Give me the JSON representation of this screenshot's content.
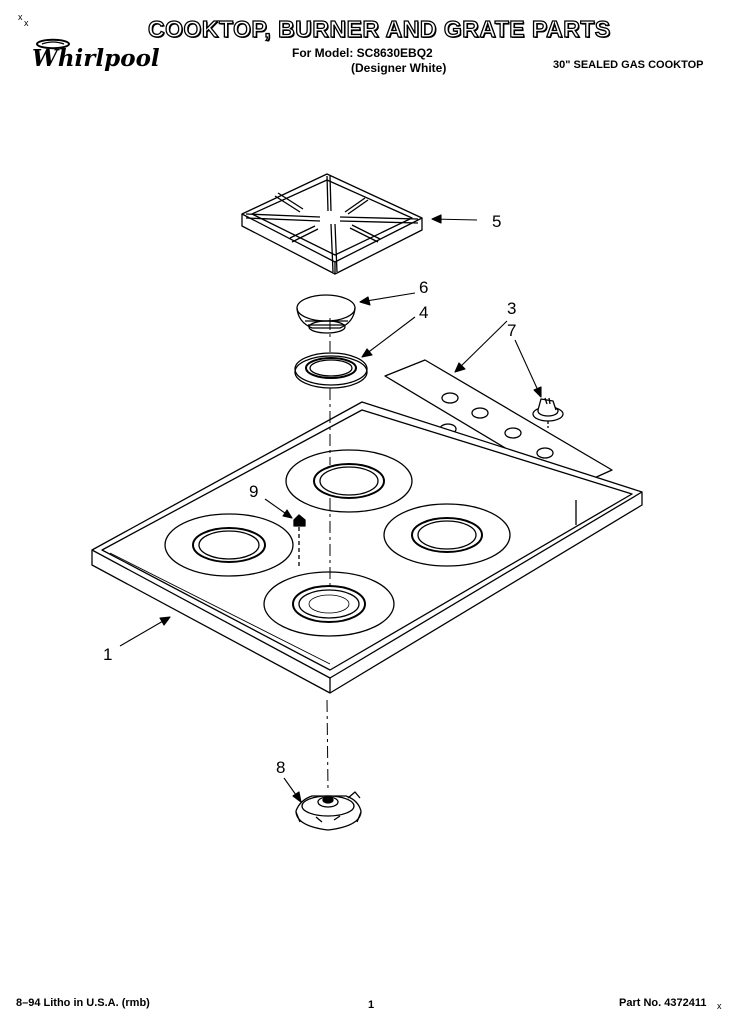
{
  "header": {
    "title": "COOKTOP, BURNER AND GRATE PARTS",
    "model_line": "For Model: SC8630EBQ2",
    "color_line": "(Designer White)",
    "product_line": "30\" SEALED GAS COOKTOP",
    "logo_text": "Whirlpool"
  },
  "callouts": {
    "c1": "1",
    "c3": "3",
    "c4": "4",
    "c5": "5",
    "c6": "6",
    "c7": "7",
    "c8": "8",
    "c9": "9"
  },
  "marks": {
    "x": "x"
  },
  "footer": {
    "left": "8–94 Litho in U.S.A. (rmb)",
    "page": "1",
    "right": "Part No. 4372411"
  }
}
